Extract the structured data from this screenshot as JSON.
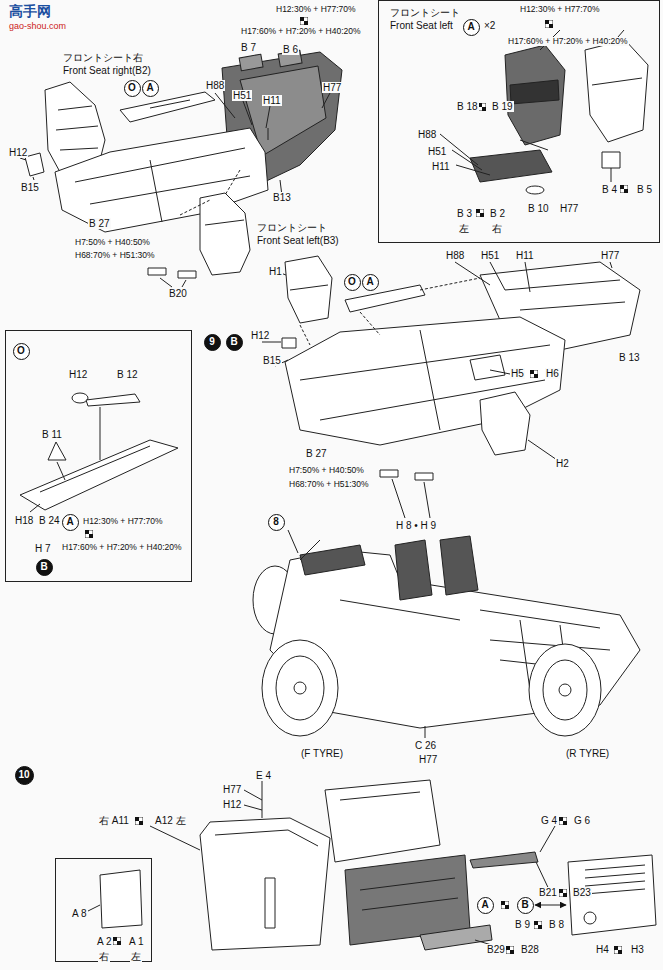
{
  "diagram": {
    "nodes": [
      {
        "text": [
          "O"
        ]
      },
      {
        "text": [
          "A"
        ]
      },
      {
        "text": [
          "フロントシート",
          "Front Seat left",
          "×2",
          "H12:30% + H77:70%",
          "H17:60% + H7:20% + H40:20%",
          "B 18",
          "B 19",
          "H88",
          "H51",
          "H11",
          "B 4",
          "B 5",
          "B 10",
          "H77",
          "B 3",
          "B 2",
          "左",
          "右"
        ]
      },
      {
        "text": [
          "A"
        ],
        "in": 2
      },
      {
        "text": [
          "9"
        ]
      },
      {
        "text": [
          "B"
        ]
      },
      {
        "text": [
          "H12",
          "B 12",
          "B 11",
          "H18",
          "B 24",
          "H12:30% + H77:70%",
          "H17:60% + H7:20% + H40:20%",
          "H 7"
        ]
      },
      {
        "text": [
          "O"
        ],
        "in": 6
      },
      {
        "text": [
          "A"
        ],
        "in": 6
      },
      {
        "text": [
          "B"
        ],
        "in": 6
      },
      {
        "text": [
          "O"
        ]
      },
      {
        "text": [
          "A"
        ]
      },
      {
        "text": [
          "8"
        ]
      },
      {
        "text": [
          "10"
        ]
      },
      {
        "text": [
          "A 8",
          "A 2",
          "A 1",
          "右",
          "左"
        ]
      },
      {
        "text": [
          "A"
        ]
      },
      {
        "text": [
          "B"
        ]
      }
    ],
    "labels": [
      "高手网",
      "gao-shou.com",
      "H12:30% + H77:70%",
      "H17:60% + H7:20% + H40:20%",
      "B 7",
      "B 6",
      "H88",
      "H51",
      "H11",
      "H77",
      "フロントシート右",
      "Front Seat right(B2)",
      "H12",
      "B15",
      "B 27",
      "H7:50% + H40:50%",
      "H68:70% + H51:30%",
      "B13",
      "フロントシート",
      "Front Seat left(B3)",
      "B20",
      "H1",
      "H12",
      "B15",
      "H88",
      "H51",
      "H11",
      "H77",
      "B 13",
      "H5",
      "H6",
      "B 27",
      "H7:50% + H40:50%",
      "H68:70% + H51:30%",
      "H2",
      "H 8 • H 9",
      "C 26",
      "H77",
      "(F TYRE)",
      "(R TYRE)",
      "E 4",
      "H77",
      "H12",
      "右 A11",
      "A12 左",
      "G 4",
      "G 6",
      "B21",
      "B23",
      "B 9",
      "B 8",
      "B29",
      "B28",
      "H4",
      "H3"
    ]
  }
}
